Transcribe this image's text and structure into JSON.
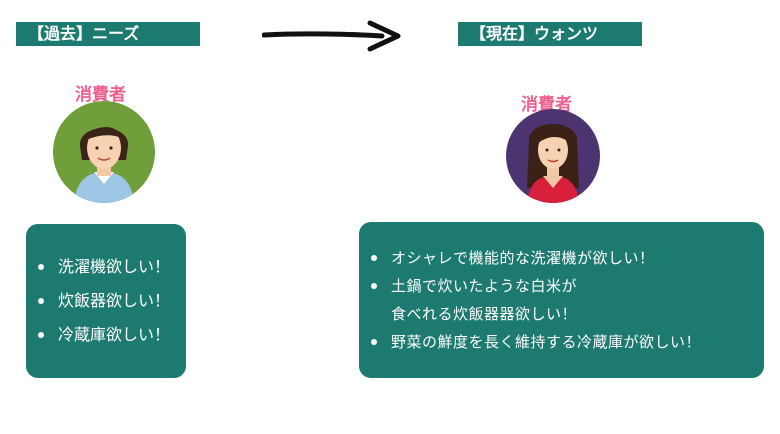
{
  "past": {
    "tag": "【過去】ニーズ",
    "label": "消費者",
    "items": [
      "洗濯機欲しい！",
      "炊飯器欲しい！",
      "冷蔵庫欲しい！"
    ]
  },
  "now": {
    "tag": "【現在】ウォンツ",
    "label": "消費者",
    "items": [
      "オシャレで機能的な洗濯機が欲しい！",
      "土鍋で炊いたような白米が",
      "食べれる炊飯器器欲しい！",
      "野菜の鮮度を長く維持する冷蔵庫が欲しい！"
    ]
  },
  "colors": {
    "teal": "#1d7a70",
    "pink": "#f0608f"
  }
}
